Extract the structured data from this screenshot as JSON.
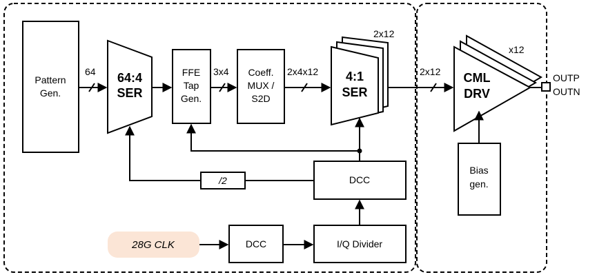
{
  "blocks": {
    "pattern_gen": [
      "Pattern",
      "Gen."
    ],
    "ser_64_4": [
      "64:4",
      "SER"
    ],
    "ffe_tap_gen": [
      "FFE",
      "Tap",
      "Gen."
    ],
    "coeff_mux": [
      "Coeff.",
      "MUX /",
      "S2D"
    ],
    "ser_4_1": [
      "4:1",
      "SER"
    ],
    "cml_drv": [
      "CML",
      "DRV"
    ],
    "bias_gen": [
      "Bias",
      "gen."
    ],
    "div2": "/2",
    "dcc_top": "DCC",
    "dcc_bottom": "DCC",
    "iq_divider": "I/Q Divider",
    "clk_source": "28G CLK"
  },
  "bus_labels": {
    "pg_to_ser": "64",
    "ffe_to_mux": "3x4",
    "mux_to_ser": "2x4x12",
    "ser_stack": "2x12",
    "ser_to_drv": "2x12",
    "drv_stack": "x12"
  },
  "outputs": {
    "outp": "OUTP",
    "outn": "OUTN"
  },
  "colors": {
    "clk_fill": "#fbe5d6"
  }
}
